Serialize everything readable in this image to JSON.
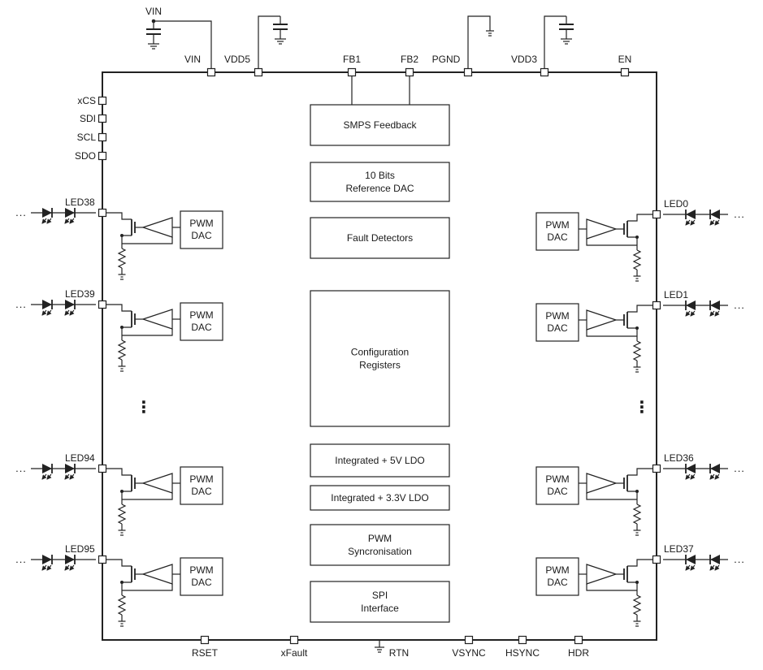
{
  "top_pins": [
    "VIN",
    "VDD5",
    "FB1",
    "FB2",
    "PGND",
    "VDD3",
    "EN"
  ],
  "supply_label": "VIN",
  "serial_pins": [
    "xCS",
    "SDI",
    "SCL",
    "SDO"
  ],
  "bottom_pins": [
    "RSET",
    "xFault",
    "RTN",
    "VSYNC",
    "HSYNC",
    "HDR"
  ],
  "blocks": [
    {
      "lines": [
        "SMPS Feedback"
      ]
    },
    {
      "lines": [
        "10 Bits",
        "Reference DAC"
      ]
    },
    {
      "lines": [
        "Fault Detectors"
      ]
    },
    {
      "lines": [
        "Configuration",
        "Registers"
      ]
    },
    {
      "lines": [
        "Integrated + 5V LDO"
      ]
    },
    {
      "lines": [
        "Integrated + 3.3V LDO"
      ]
    },
    {
      "lines": [
        "PWM",
        "Syncronisation"
      ]
    },
    {
      "lines": [
        "SPI",
        "Interface"
      ]
    }
  ],
  "led_channels": {
    "left": [
      "LED38",
      "LED39",
      "LED94",
      "LED95"
    ],
    "right": [
      "LED0",
      "LED1",
      "LED36",
      "LED37"
    ]
  },
  "dac_label": [
    "PWM",
    "DAC"
  ],
  "continuation": "...",
  "vertical_ellipsis": "⋮"
}
